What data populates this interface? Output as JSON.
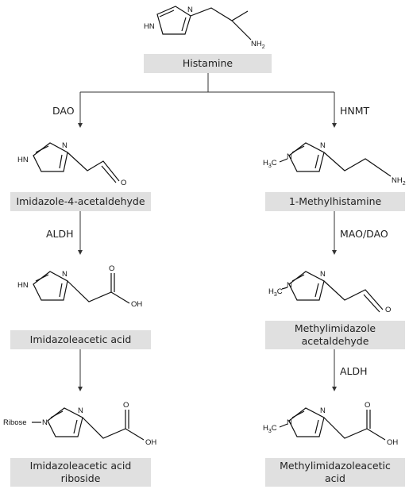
{
  "compounds": {
    "histamine": "Histamine",
    "imidazole_acetaldehyde": "Imidazole-4-acetaldehyde",
    "methylhistamine": "1-Methylhistamine",
    "imidazoleacetic_acid": "Imidazoleacetic acid",
    "methylimidazole_acetaldehyde": "Methylimidazole\nacetaldehyde",
    "imidazoleacetic_riboside": "Imidazoleacetic acid\nriboside",
    "methylimidazoleacetic_acid": "Methylimidazoleacetic\nacid"
  },
  "enzymes": {
    "dao": "DAO",
    "hnmt": "HNMT",
    "aldh_left": "ALDH",
    "mao_dao": "MAO/DAO",
    "aldh_right": "ALDH"
  },
  "atoms": {
    "hn": "HN",
    "n": "N",
    "nh2": "NH",
    "sub2": "2",
    "o": "O",
    "oh": "OH",
    "h3c": "H",
    "sub3": "3",
    "c": "C",
    "ribose": "Ribose"
  },
  "colors": {
    "box": "#e0e0e0",
    "line": "#333333",
    "text": "#222222"
  }
}
